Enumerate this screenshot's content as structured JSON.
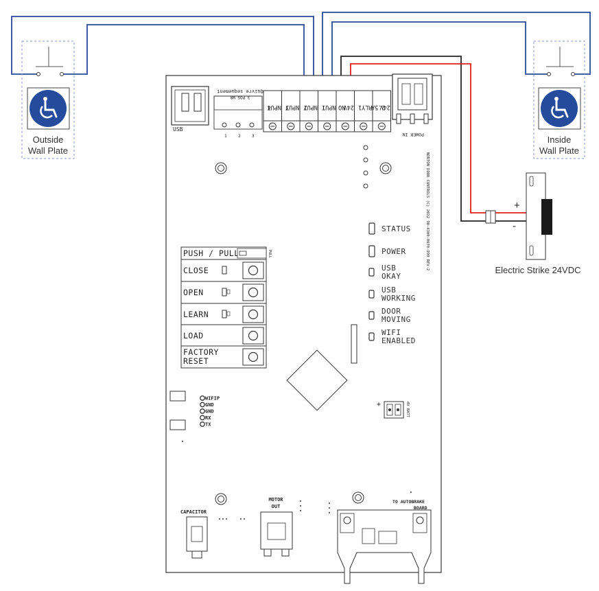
{
  "plates": {
    "left": "Outside\nWall Plate",
    "right": "Inside\nWall Plate"
  },
  "strike": {
    "label": "Electric Strike 24VDC",
    "plus": "+",
    "minus": "-"
  },
  "board": {
    "usb_label": "USB",
    "terminal_block_header": "Quivre sequement",
    "terminal_block_sub": "3 POS W8",
    "terminal_pins": [
      "3",
      "2",
      "1"
    ],
    "terminals": [
      "INPUT 4",
      "INPUT 3",
      "INPUT 2",
      "INPUT 1",
      "24V NO",
      "RLY 1",
      "24V 2.5A"
    ],
    "power_in": "POWER IN",
    "copyright": "NORTON DOOR CONTROLS (C) 2022 90-4300-0070-999 REV-2",
    "buttons": [
      {
        "label": "PUSH / PULL"
      },
      {
        "label": "CLOSE"
      },
      {
        "label": "OPEN"
      },
      {
        "label": "LEARN"
      },
      {
        "label": "LOAD"
      },
      {
        "label": "FACTORY RESET"
      }
    ],
    "pull_tag": "PULL",
    "leds": [
      {
        "label": "STATUS"
      },
      {
        "label": "POWER"
      },
      {
        "label": "USB OKAY"
      },
      {
        "label": "USB WORKING"
      },
      {
        "label": "DOOR MOVING"
      },
      {
        "label": "WIFI ENABLED"
      }
    ],
    "header_pins": [
      "WIFIP",
      "GND",
      "GND",
      "RX",
      "TX"
    ],
    "battery_label": "4V BATT",
    "capacitor_label": "CAPACITOR",
    "motor_label": "MOTOR OUT",
    "autobrake_label": "TO AUTOBRAKE BOARD"
  },
  "colors": {
    "wire_blue": "#2a4a9a",
    "wire_black": "#222222",
    "wire_red": "#e02020",
    "ada_blue": "#254b9c",
    "plate_dash": "#8d93c8",
    "board_stroke": "#333333"
  }
}
